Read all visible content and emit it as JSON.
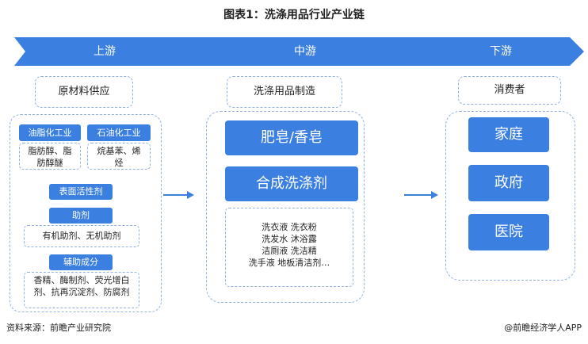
{
  "title": "图表1：洗涤用品行业产业链",
  "stages": {
    "upstream": {
      "banner": "上游",
      "heading": "原材料供应"
    },
    "midstream": {
      "banner": "中游",
      "heading": "洗涤用品制造"
    },
    "downstream": {
      "banner": "下游",
      "heading": "消费者"
    }
  },
  "upstream": {
    "oil_chem": {
      "label": "油脂化工业",
      "items": "脂肪醇、脂肪醇醚"
    },
    "petro_chem": {
      "label": "石油化工业",
      "items": "烷基苯、烯烃"
    },
    "surfactant": "表面活性剂",
    "additive": {
      "label": "助剂",
      "items": "有机助剂、无机助剂"
    },
    "auxiliary": {
      "label": "辅助成分",
      "items": "香精、酶制剂、荧光增白剂、抗再沉淀剂、防腐剂"
    }
  },
  "midstream": {
    "soap": "肥皂/香皂",
    "detergent": "合成洗涤剂",
    "products": [
      "洗衣液 洗衣粉",
      "洗发水 沐浴露",
      "洁厕液 洗洁精",
      "洗手液 地板清洁剂…"
    ]
  },
  "downstream": {
    "consumers": [
      "家庭",
      "政府",
      "医院"
    ]
  },
  "footer": {
    "source": "资料来源：前瞻产业研究院",
    "brand": "@前瞻经济学人APP"
  },
  "colors": {
    "primary": "#3b7fe0",
    "dashed_border": "#8fb0e0"
  }
}
